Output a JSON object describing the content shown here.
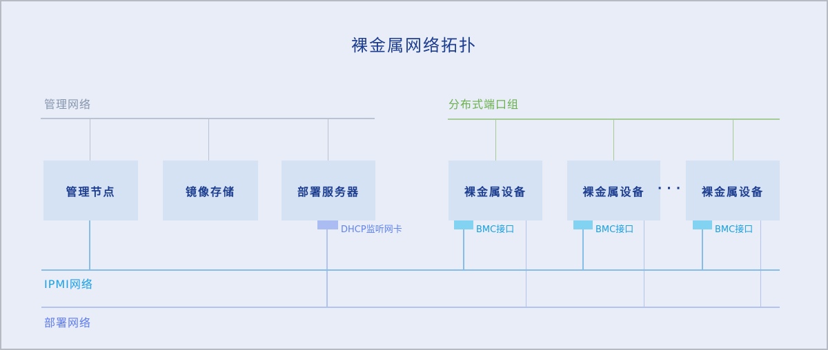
{
  "title": "裸金属网络拓扑",
  "management_network": {
    "label": "管理网络"
  },
  "distributed_port_group": {
    "label": "分布式端口组"
  },
  "ipmi_network": {
    "label": "IPMI网络"
  },
  "deployment_network": {
    "label": "部署网络"
  },
  "management_nodes": [
    {
      "label": "管理节点"
    },
    {
      "label": "镜像存储"
    },
    {
      "label": "部署服务器"
    }
  ],
  "bare_metal_nodes": [
    {
      "label": "裸金属设备"
    },
    {
      "label": "裸金属设备"
    },
    {
      "label": "裸金属设备"
    }
  ],
  "ellipsis": "···",
  "dhcp_tag": {
    "label": "DHCP监听网卡"
  },
  "bmc_tag": {
    "label": "BMC接口"
  },
  "colors": {
    "background": "#e8edf7",
    "title_text": "#1c3d8f",
    "node_fill": "#d5e2f3",
    "node_text": "#1c3d8f",
    "management_label": "#8696ae",
    "management_line": "#b9c3d3",
    "port_group_label": "#6ab04c",
    "port_group_line": "#a5cc96",
    "ipmi_label": "#1a9fe8",
    "ipmi_line": "#85bce8",
    "deployment_label": "#5f7bf0",
    "deployment_line": "#b3c3ef",
    "bmc_tag_fill": "#82d2f2",
    "bmc_tag_text": "#18a0e0",
    "dhcp_tag_fill": "#aabcf2",
    "dhcp_tag_text": "#5f82f0"
  }
}
